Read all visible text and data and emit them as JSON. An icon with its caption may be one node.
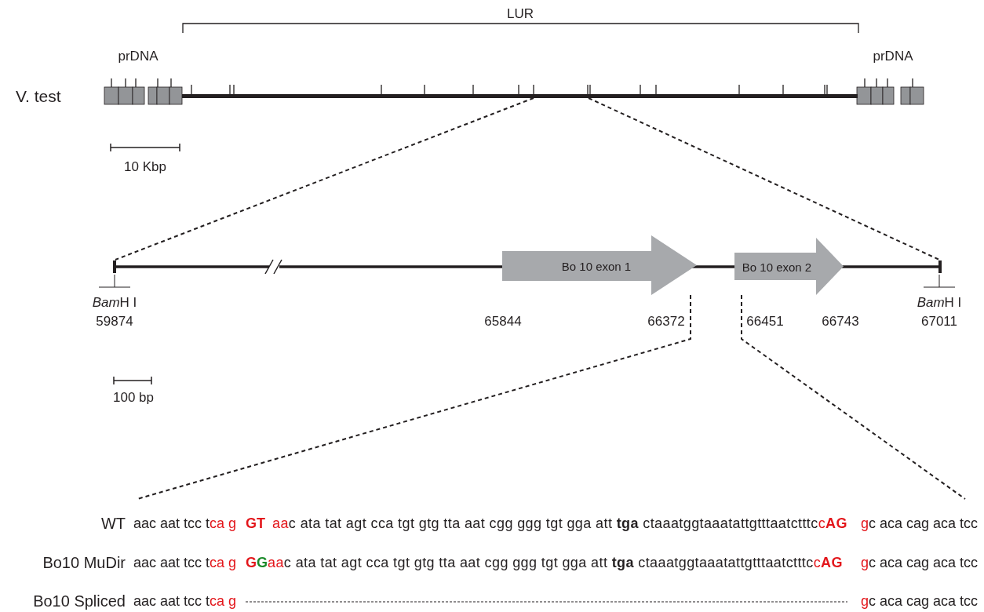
{
  "diagram": {
    "nodes": [
      {
        "text": [],
        "shape": "bar"
      },
      {
        "text": [],
        "shape": "bar"
      },
      {
        "text": [
          "Bo 10  exon 1"
        ]
      },
      {
        "text": [
          "Bo 10  exon 2"
        ]
      }
    ],
    "edges": [
      {
        "from": 0,
        "to": 1,
        "arrow": "none",
        "style": "dashed"
      },
      {
        "from": 0,
        "to": 1,
        "arrow": "none",
        "style": "dashed"
      },
      {
        "from": 2,
        "to": null,
        "arrow": "none",
        "style": "dashed"
      },
      {
        "from": 3,
        "to": null,
        "arrow": "none",
        "style": "dashed"
      }
    ],
    "labels": [
      "LUR",
      "prDNA",
      "prDNA",
      "V. test",
      "10 Kbp",
      "BamH I",
      "59874",
      "65844",
      "66372",
      "66451",
      "66743",
      "BamH I",
      "67011",
      "100 bp",
      "WT",
      "aac aat tcc tca g",
      "GT",
      "aac ata tat agt cca tgt gtg tta aat cgg ggg tgt gga att **tga** ctaaatggtaaatattgtttaatctttcc**AG**",
      "gc aca cag aca tcc",
      "Bo10 MuDir",
      "aac aat tcc tca g",
      "GG",
      "aac ata tat agt cca tgt gtg tta aat cgg ggg tgt gga att **tga** ctaaatggtaaatattgtttaatctttcc**AG**",
      "gc aca cag aca tcc",
      "Bo10 Spliced",
      "aac aat tcc tca g",
      "gc aca cag aca tcc"
    ]
  }
}
